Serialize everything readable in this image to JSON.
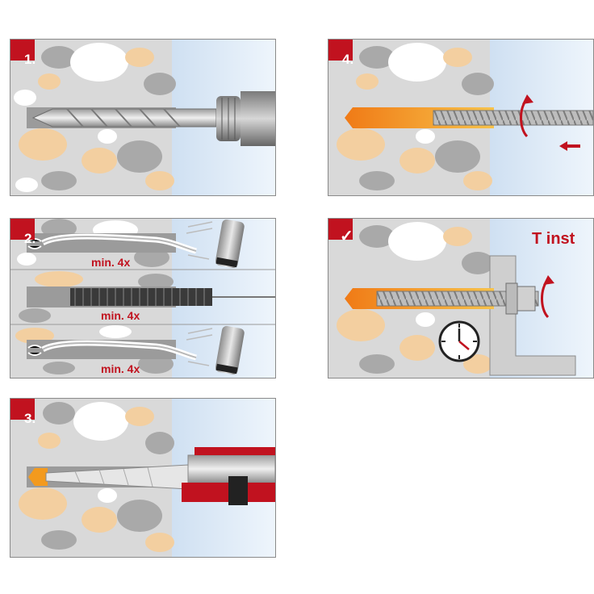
{
  "steps": [
    {
      "id": "step-1",
      "label": "1."
    },
    {
      "id": "step-2",
      "label": "2.",
      "repeat_labels": [
        "min. 4x",
        "min. 4x",
        "min. 4x"
      ]
    },
    {
      "id": "step-3",
      "label": "3."
    },
    {
      "id": "step-4",
      "label": "4."
    },
    {
      "id": "step-5",
      "check": "✓",
      "cure_label": "T inst"
    }
  ],
  "colors": {
    "red": "#c1121f",
    "concrete": "#d9d9d9",
    "stone_grey": "#a9a9a9",
    "stone_beige": "#f3cfa0",
    "stone_white": "#ffffff",
    "air_blue": "#dbe9f7",
    "mortar_orange": "#f39a1e"
  }
}
